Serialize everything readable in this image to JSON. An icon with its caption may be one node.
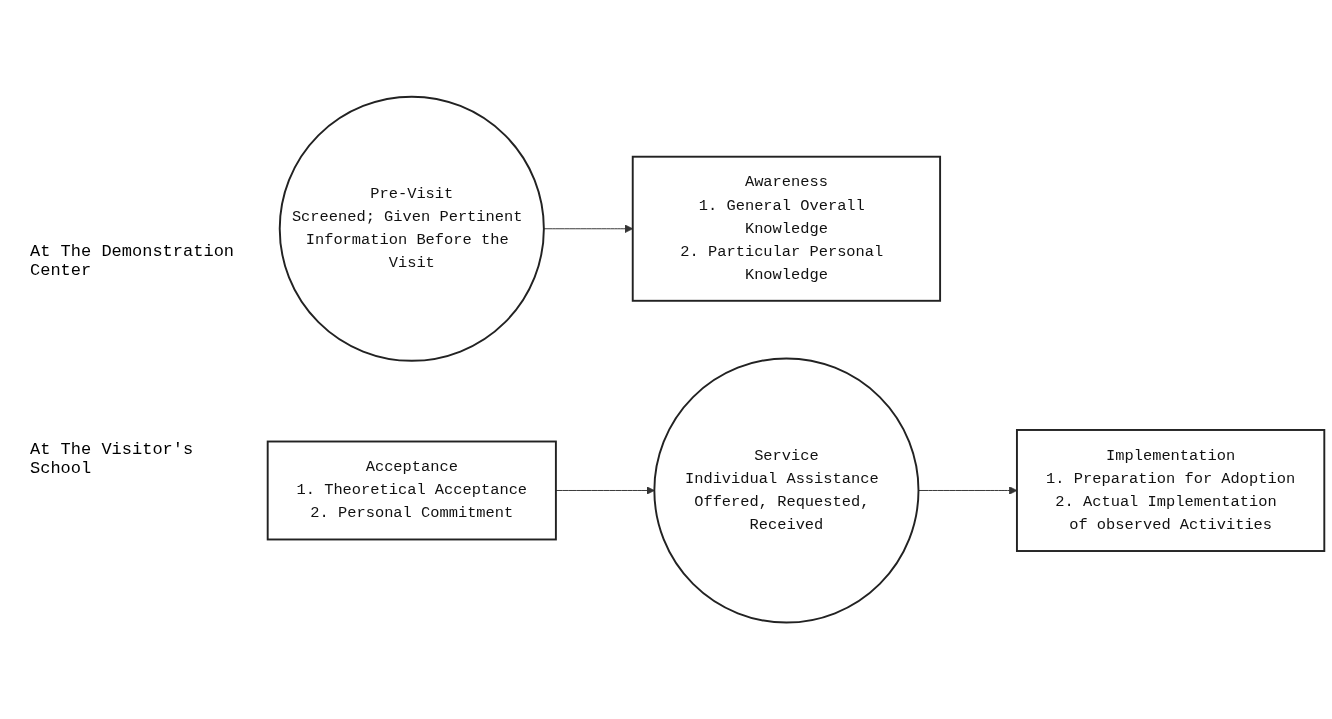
{
  "diagram": {
    "nodes": [
      {
        "text": [
          "Awareness",
          "1. General Overall Knowledge",
          "2. Particular Personal Knowledge"
        ]
      },
      {
        "text": [
          "Acceptance",
          "1. Theoretical Acceptance",
          "2. Personal Commitment"
        ]
      },
      {
        "text": [
          "Pre-Visit",
          "Screened; Given Pertinent Information Before the Visit"
        ]
      },
      {
        "text": [
          "Service",
          "Individual Assistance Offered, Requested, Received"
        ]
      },
      {
        "text": [
          "Implementation",
          "1. Preparation for Adoption",
          "2. Actual Implementation of observed Activities"
        ]
      }
    ],
    "edges": [
      {
        "from": 2,
        "to": 0,
        "arrow": "to"
      },
      {
        "from": 1,
        "to": 3,
        "arrow": "to"
      },
      {
        "from": 3,
        "to": 4,
        "arrow": "to"
      }
    ],
    "labels": [
      "At The Demonstration Center",
      "At The Visitor's School"
    ]
  }
}
